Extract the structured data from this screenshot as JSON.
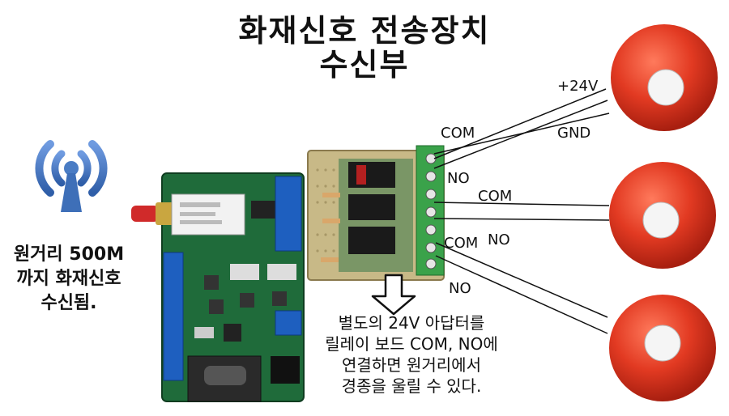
{
  "title": {
    "line1": "화재신호 전송장치",
    "line2": "수신부"
  },
  "side_note": {
    "line1": "원거리 500M",
    "line2": "까지 화재신호",
    "line3": "수신됨."
  },
  "caption": {
    "line1": "별도의 24V 아답터를",
    "line2": "릴레이 보드 COM, NO에",
    "line3": "연결하면 원거리에서",
    "line4": "경종을 울릴 수 있다."
  },
  "wire_labels": {
    "plus24v": "+24V",
    "gnd": "GND",
    "com1": "COM",
    "no1": "NO",
    "com2": "COM",
    "no2": "NO",
    "com3": "COM",
    "no3": "NO"
  },
  "colors": {
    "bell_red": "#e23a22",
    "pcb_green": "#1f6b3a",
    "terminal_blue": "#1e5fbf",
    "terminal_green": "#3aa24a",
    "wifi_blue": "#4a7cc4"
  },
  "icons": [
    "wireless-signal-icon",
    "down-arrow-icon"
  ]
}
